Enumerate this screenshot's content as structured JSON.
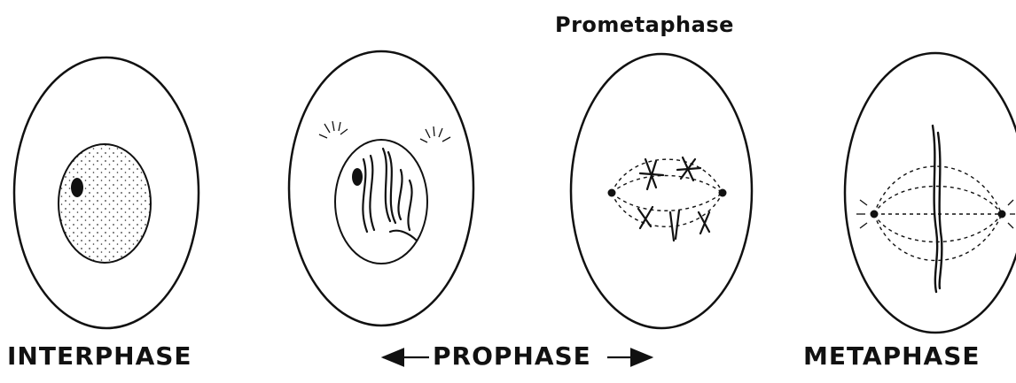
{
  "labels": {
    "interphase": "INTERPHASE",
    "prophase": "PROPHASE",
    "prometaphase": "Prometaphase",
    "metaphase": "METAPHASE"
  },
  "stages": [
    {
      "id": "interphase",
      "name": "INTERPHASE"
    },
    {
      "id": "prophase",
      "name": "PROPHASE"
    },
    {
      "id": "prometaphase",
      "name": "Prometaphase"
    },
    {
      "id": "metaphase",
      "name": "METAPHASE"
    }
  ]
}
